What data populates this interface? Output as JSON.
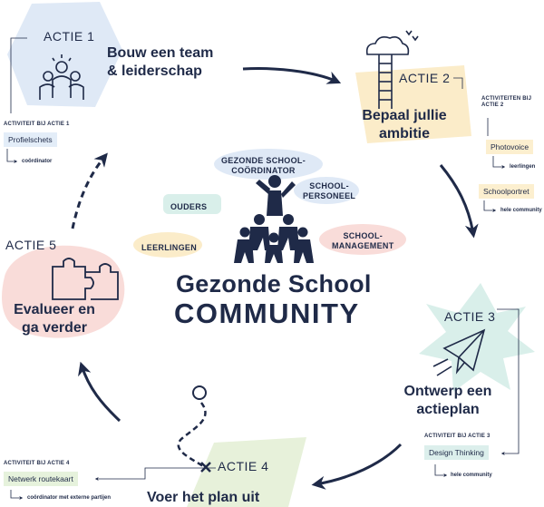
{
  "center": {
    "title_line1": "Gezonde School",
    "title_line2": "COMMUNITY",
    "stakeholders": {
      "coordinator_l1": "GEZONDE SCHOOL-",
      "coordinator_l2": "COÖRDINATOR",
      "personnel_l1": "SCHOOL-",
      "personnel_l2": "PERSONEEL",
      "parents": "OUDERS",
      "students": "LEERLINGEN",
      "management_l1": "SCHOOL-",
      "management_l2": "MANAGEMENT"
    }
  },
  "actions": {
    "a1": {
      "label": "ACTIE 1",
      "title_l1": "Bouw een team",
      "title_l2": "& leiderschap",
      "activity_header": "ACTIVITEIT BIJ ACTIE 1",
      "activity": "Profielschets",
      "target": "coördinator"
    },
    "a2": {
      "label": "ACTIE  2",
      "title_l1": "Bepaal jullie",
      "title_l2": "ambitie",
      "activity_header_l1": "ACTIVITEITEN BIJ",
      "activity_header_l2": "ACTIE 2",
      "activity1": "Photovoice",
      "target1": "leerlingen",
      "activity2": "Schoolportret",
      "target2": "hele community"
    },
    "a3": {
      "label": "ACTIE 3",
      "title_l1": "Ontwerp een",
      "title_l2": "actieplan",
      "activity_header": "ACTIVITEIT BIJ ACTIE 3",
      "activity": "Design Thinking",
      "target": "hele community"
    },
    "a4": {
      "label": "ACTIE 4",
      "title": "Voer het plan uit",
      "activity_header": "ACTIVITEIT BIJ ACTIE 4",
      "activity": "Netwerk routekaart",
      "target": "coördinator met externe partijen"
    },
    "a5": {
      "label": "ACTIE 5",
      "title_l1": "Evalueer en",
      "title_l2": "ga verder"
    }
  },
  "colors": {
    "ink": "#1f2a48",
    "blue_wash": "#dfe9f6",
    "yellow_wash": "#fbecc9",
    "teal_wash": "#d9efea",
    "pink_wash": "#f9dcd9",
    "green_wash": "#e7f1da",
    "box_blue": "#e3edf8",
    "box_yellow": "#fcefcf",
    "box_green": "#e6f2dc",
    "box_teal": "#dcefec"
  }
}
